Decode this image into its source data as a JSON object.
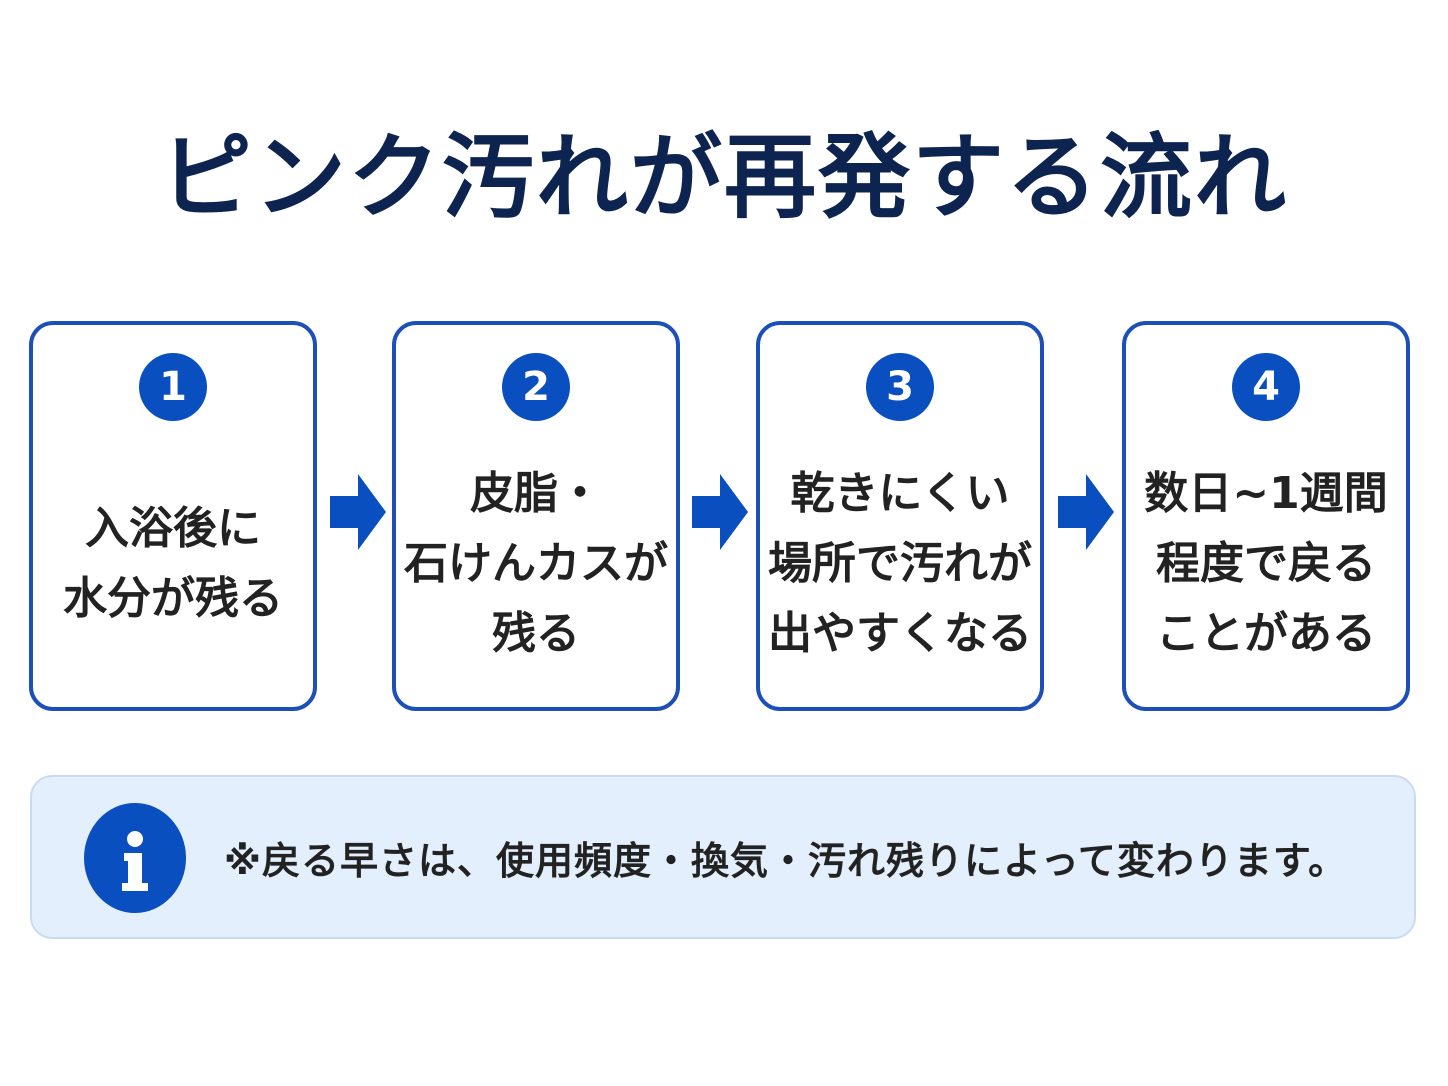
{
  "title": "ピンク汚れが再発する流れ",
  "colors": {
    "title": "#0d2350",
    "accent": "#0a4fbf",
    "border": "#1d4fb8",
    "note_background": "#e3effc"
  },
  "steps": [
    {
      "number": "1",
      "lines": [
        "入浴後に",
        "水分が残る"
      ]
    },
    {
      "number": "2",
      "lines": [
        "皮脂・",
        "石けんカスが",
        "残る"
      ]
    },
    {
      "number": "3",
      "lines": [
        "乾きにくい",
        "場所で汚れが",
        "出やすくなる"
      ]
    },
    {
      "number": "4",
      "lines": [
        "数日~1週間",
        "程度で戻る",
        "ことがある"
      ]
    }
  ],
  "connector_icon": "right-arrow-icon",
  "note": {
    "icon": "info-icon",
    "text": "※戻る早さは、使用頻度・換気・汚れ残りによって変わります。"
  }
}
